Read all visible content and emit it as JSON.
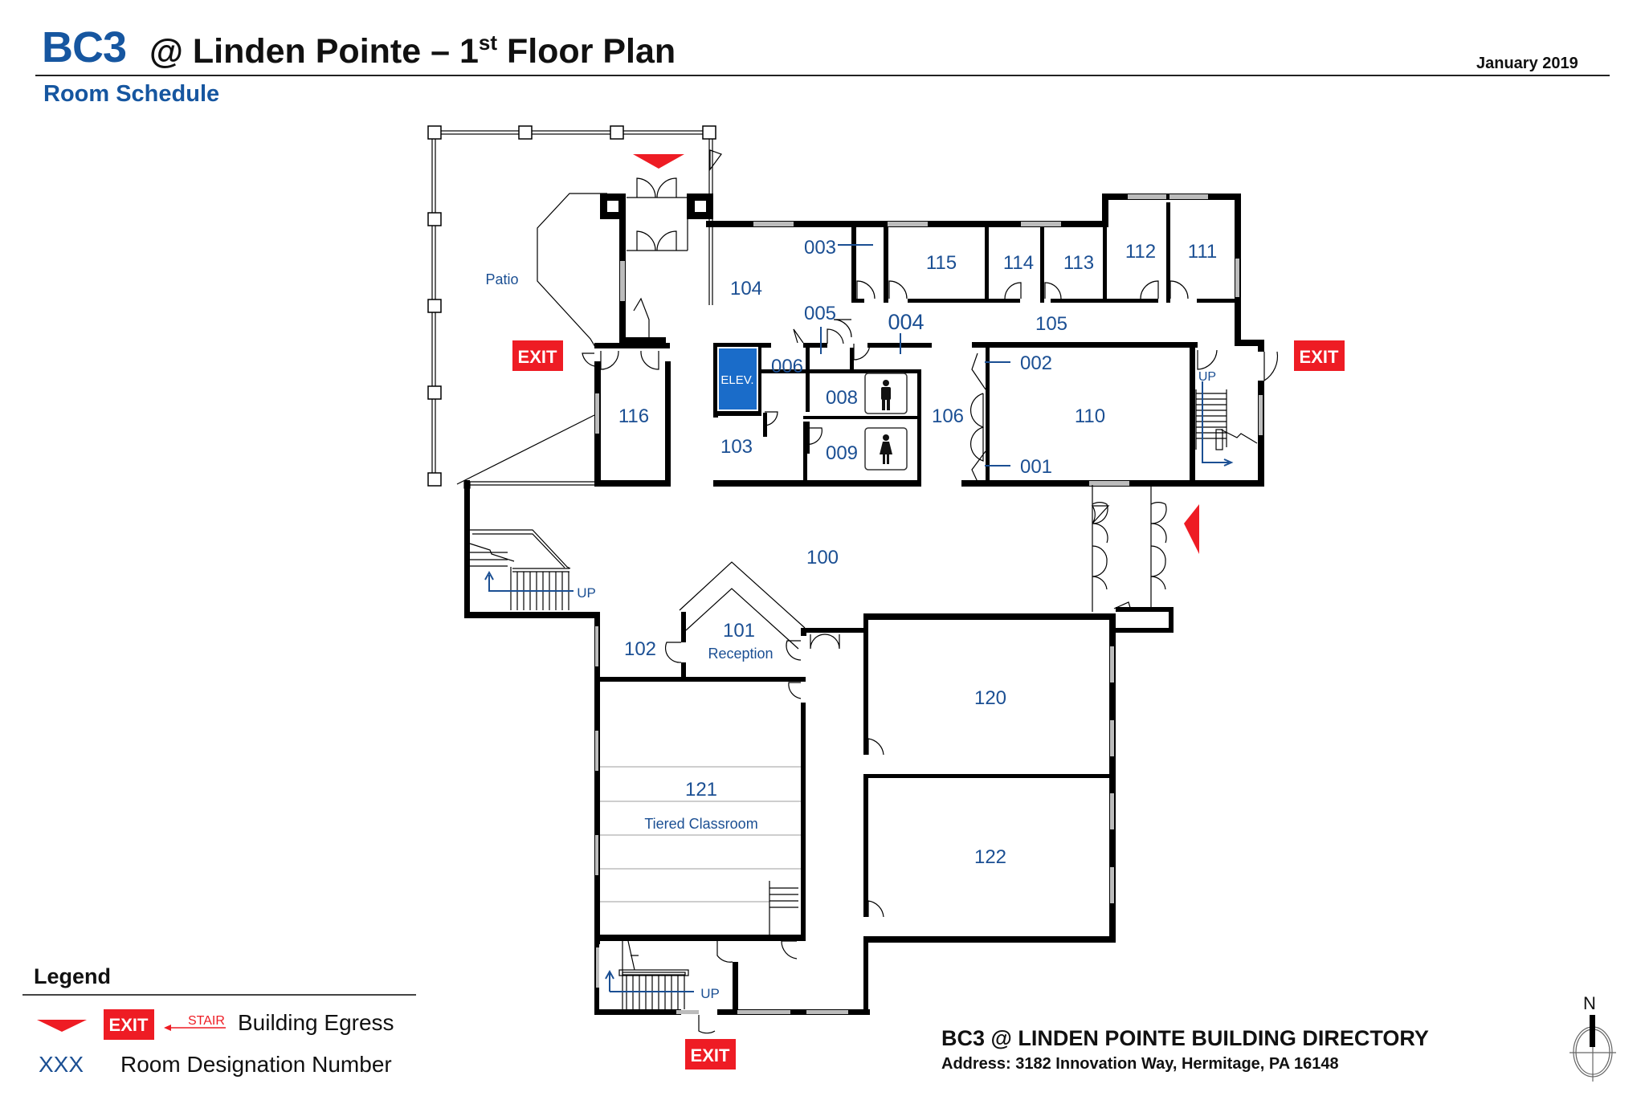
{
  "header": {
    "brand": "BC3",
    "title_prefix": "@ Linden Pointe – 1",
    "title_sup": "st",
    "title_suffix": " Floor Plan",
    "date": "January 2019",
    "subtitle": "Room Schedule"
  },
  "colors": {
    "brand_blue": "#1656a0",
    "room_label_blue": "#1b4f93",
    "exit_red": "#ee1c24",
    "elevator_blue": "#1a6cc9"
  },
  "rooms": {
    "patio": "Patio",
    "r100": "100",
    "r101": "101",
    "r101_name": "Reception",
    "r102": "102",
    "r103": "103",
    "r104": "104",
    "r105": "105",
    "r106": "106",
    "r110": "110",
    "r111": "111",
    "r112": "112",
    "r113": "113",
    "r114": "114",
    "r115": "115",
    "r116": "116",
    "r120": "120",
    "r121": "121",
    "r121_name": "Tiered Classroom",
    "r122": "122",
    "r001": "001",
    "r002": "002",
    "r003": "003",
    "r004": "004",
    "r005": "005",
    "r006": "006",
    "r008": "008",
    "r009": "009",
    "elevator": "ELEV."
  },
  "markers": {
    "exit_label": "EXIT",
    "up_label": "UP",
    "men_restroom_icon": "man-icon",
    "women_restroom_icon": "woman-icon",
    "egress_arrow_icon": "red-triangle-icon"
  },
  "legend": {
    "title": "Legend",
    "exit_label": "EXIT",
    "stair_label": "STAIR",
    "egress_text": "Building Egress",
    "room_number_sample": "XXX",
    "room_number_text": "Room Designation Number"
  },
  "directory": {
    "title": "BC3 @ LINDEN POINTE BUILDING DIRECTORY",
    "address": "Address:  3182 Innovation Way, Hermitage, PA 16148"
  },
  "compass": {
    "north_label": "N"
  }
}
